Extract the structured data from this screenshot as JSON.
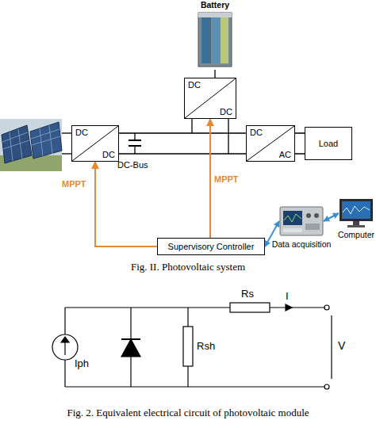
{
  "diagram": {
    "caption": "Fig. II. Photovoltaic system",
    "nodes": [
      {
        "text": [
          "Battery"
        ]
      },
      {
        "text": [
          "DC",
          "DC"
        ]
      },
      {
        "text": [
          "DC",
          "DC"
        ]
      },
      {
        "text": [
          "DC",
          "AC"
        ]
      },
      {
        "text": [
          "Load"
        ]
      },
      {
        "text": [
          "Supervisory Controller"
        ]
      },
      {
        "text": [
          "Data acquisition"
        ]
      },
      {
        "text": [
          "Computer"
        ]
      }
    ],
    "edges": [
      {
        "from": 0,
        "to": 1,
        "arrow": "none"
      },
      {
        "from": 2,
        "to": 3,
        "arrow": "none"
      },
      {
        "from": 3,
        "to": 4,
        "arrow": "none"
      },
      {
        "from": 5,
        "to": 2,
        "arrow": "to",
        "label": "MPPT"
      },
      {
        "from": 5,
        "to": 1,
        "arrow": "to",
        "label": "MPPT"
      },
      {
        "from": 5,
        "to": 6,
        "arrow": "both"
      },
      {
        "from": 6,
        "to": 7,
        "arrow": "both"
      }
    ],
    "labels": [
      "DC-Bus",
      "Iph",
      "Rs",
      "Rsh",
      "I",
      "V",
      "Fig. 2. Equivalent electrical circuit of photovoltaic module"
    ]
  }
}
